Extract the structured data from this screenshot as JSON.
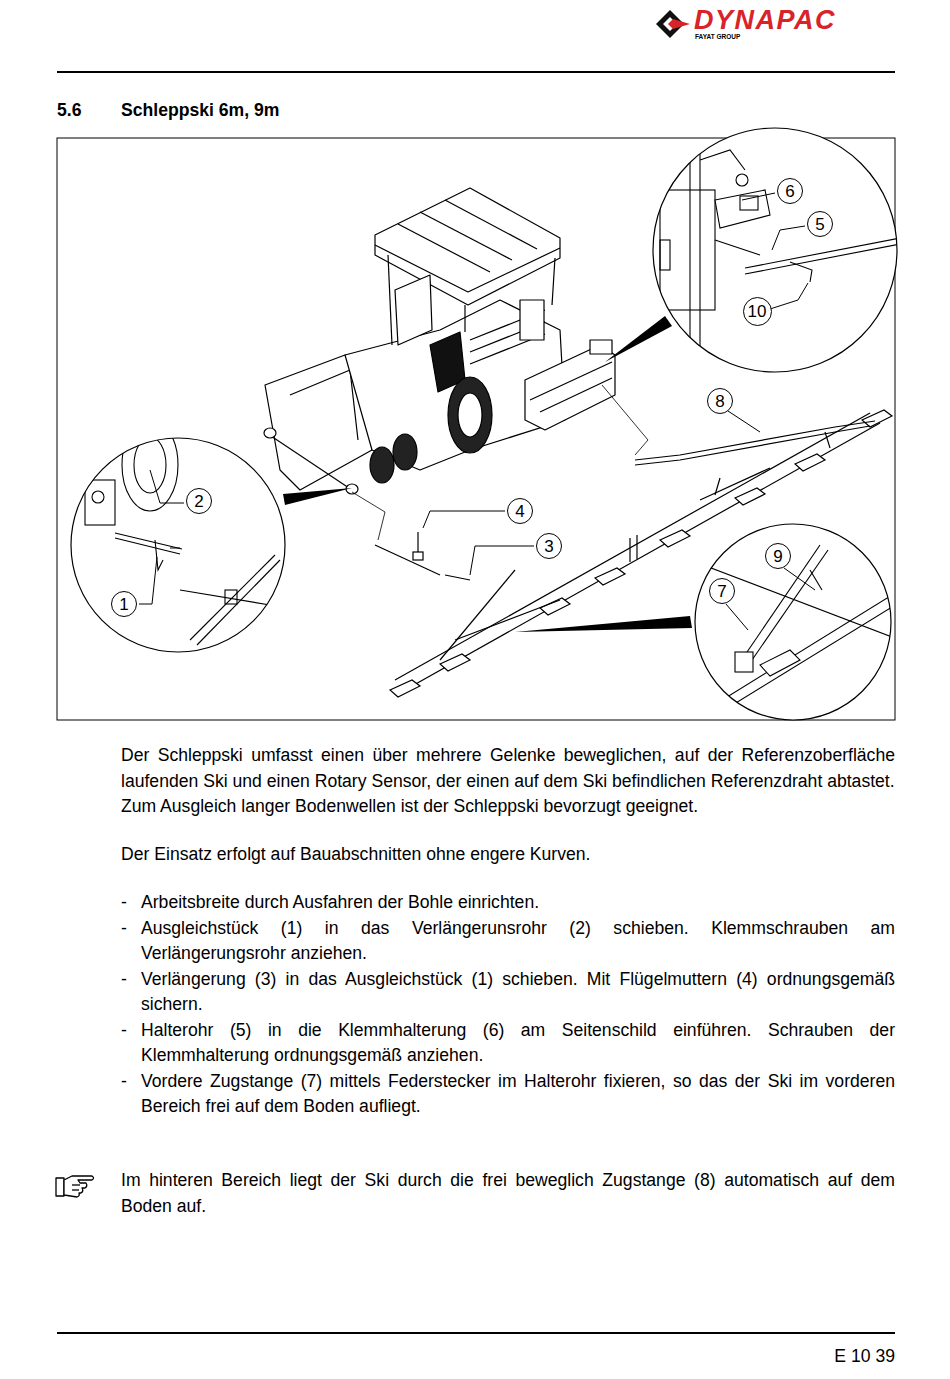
{
  "diagram": {
    "title": "Schleppski 6m, 9m",
    "nodes": [
      {
        "text": [
          "6"
        ]
      },
      {
        "text": [
          "5"
        ]
      },
      {
        "text": [
          "10"
        ]
      },
      {
        "text": [
          "8"
        ]
      },
      {
        "text": [
          "2"
        ]
      },
      {
        "text": [
          "4"
        ]
      },
      {
        "text": [
          "3"
        ]
      },
      {
        "text": [
          "9"
        ]
      },
      {
        "text": [
          "7"
        ]
      },
      {
        "text": [
          "1"
        ]
      }
    ],
    "labels": [
      "DYNAPAC",
      "FAYAT GROUP",
      "5.6",
      "Der Schleppski umfasst einen über mehrere Gelenke beweglichen, auf der Referenzoberfläche laufenden Ski und einen Rotary Sensor, der einen auf dem Ski befindlichen Referenzdraht abtastet.",
      "Zum Ausgleich langer Bodenwellen ist der Schleppski bevorzugt geeignet.",
      "Der Einsatz erfolgt auf Bauabschnitten ohne engere Kurven.",
      "-",
      "Arbeitsbreite durch Ausfahren der Bohle einrichten.",
      "-",
      "Ausgleichstück (1) in das Verlängerunsrohr (2) schieben. Klemmschrauben am Verlängerungsrohr anziehen.",
      "-",
      "Verlängerung (3) in das Ausgleichstück (1) schieben. Mit Flügelmuttern (4) ordnungsgemäß sichern.",
      "-",
      "Halterohr (5) in die Klemmhalterung (6) am Seitenschild einführen. Schrauben der Klemmhalterung ordnungsgemäß anziehen.",
      "-",
      "Vordere Zugstange (7) mittels Federstecker im Halterohr fixieren, so das der Ski im vorderen Bereich frei auf dem Boden aufliegt.",
      "Im hinteren Bereich liegt der Ski durch die frei beweglich Zugstange (8) automatisch auf dem Boden auf.",
      "E 10 39"
    ]
  }
}
